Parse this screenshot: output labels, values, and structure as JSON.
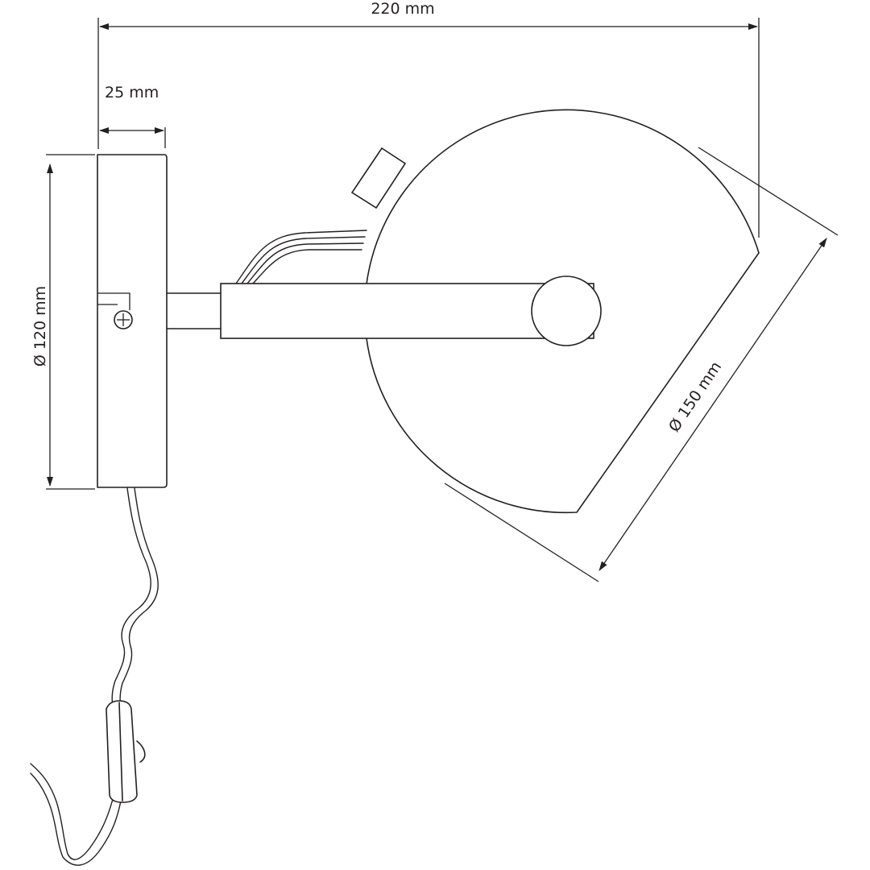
{
  "dimensions": {
    "total_width": "220 mm",
    "plate_depth": "25 mm",
    "plate_diameter": "Ø 120 mm",
    "shade_diameter": "Ø 150 mm"
  },
  "colors": {
    "line": "#231f20",
    "background": "#ffffff"
  }
}
